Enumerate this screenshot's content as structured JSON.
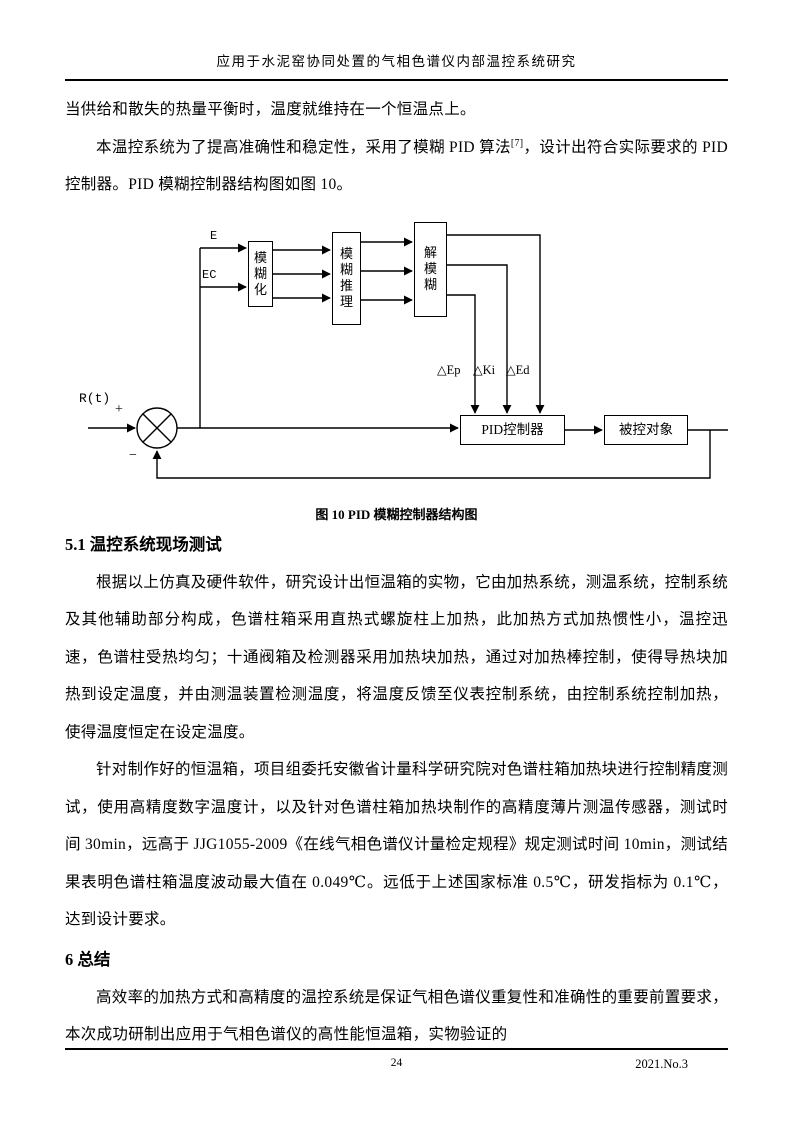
{
  "theme": {
    "ink": "#000000",
    "paper": "#ffffff"
  },
  "page": {
    "header_title": "应用于水泥窑协同处置的气相色谱仪内部温控系统研究",
    "footer": {
      "page_number": "24",
      "issue": "2021.No.3"
    }
  },
  "content": {
    "p1": "当供给和散失的热量平衡时，温度就维持在一个恒温点上。",
    "p2_before": "本温控系统为了提高准确性和稳定性，采用了模糊 PID 算法",
    "p2_sup": "[7]",
    "p2_after": "，设计出符合实际要求的 PID 控制器。PID 模糊控制器结构图如图 10。",
    "figure_caption": "图 10  PID 模糊控制器结构图",
    "section_5_1": "5.1 温控系统现场测试",
    "p3": "根据以上仿真及硬件软件，研究设计出恒温箱的实物，它由加热系统，测温系统，控制系统及其他辅助部分构成，色谱柱箱采用直热式螺旋柱上加热，此加热方式加热惯性小，温控迅速，色谱柱受热均匀；十通阀箱及检测器采用加热块加热，通过对加热棒控制，使得导热块加热到设定温度，并由测温装置检测温度，将温度反馈至仪表控制系统，由控制系统控制加热，使得温度恒定在设定温度。",
    "p4": "针对制作好的恒温箱，项目组委托安徽省计量科学研究院对色谱柱箱加热块进行控制精度测试，使用高精度数字温度计，以及针对色谱柱箱加热块制作的高精度薄片测温传感器，测试时间 30min，远高于 JJG1055-2009《在线气相色谱仪计量检定规程》规定测试时间 10min，测试结果表明色谱柱箱温度波动最大值在 0.049℃。远低于上述国家标准 0.5℃，研发指标为 0.1℃，达到设计要求。",
    "section_6": "6 总结",
    "p5": "高效率的加热方式和高精度的温控系统是保证气相色谱仪重复性和准确性的重要前置要求，本次成功研制出应用于气相色谱仪的高性能恒温箱，实物验证的"
  },
  "diagram": {
    "labels": {
      "input_r": "R(t)",
      "plus": "+",
      "minus": "−",
      "e": "E",
      "ec": "EC",
      "fuzzify": "模糊化",
      "inference": "模糊推理",
      "defuzzify": "解模糊",
      "delta_p": "△Ep",
      "delta_i": "△Ki",
      "delta_d": "△Ed",
      "pid": "PID控制器",
      "plant": "被控对象"
    }
  }
}
